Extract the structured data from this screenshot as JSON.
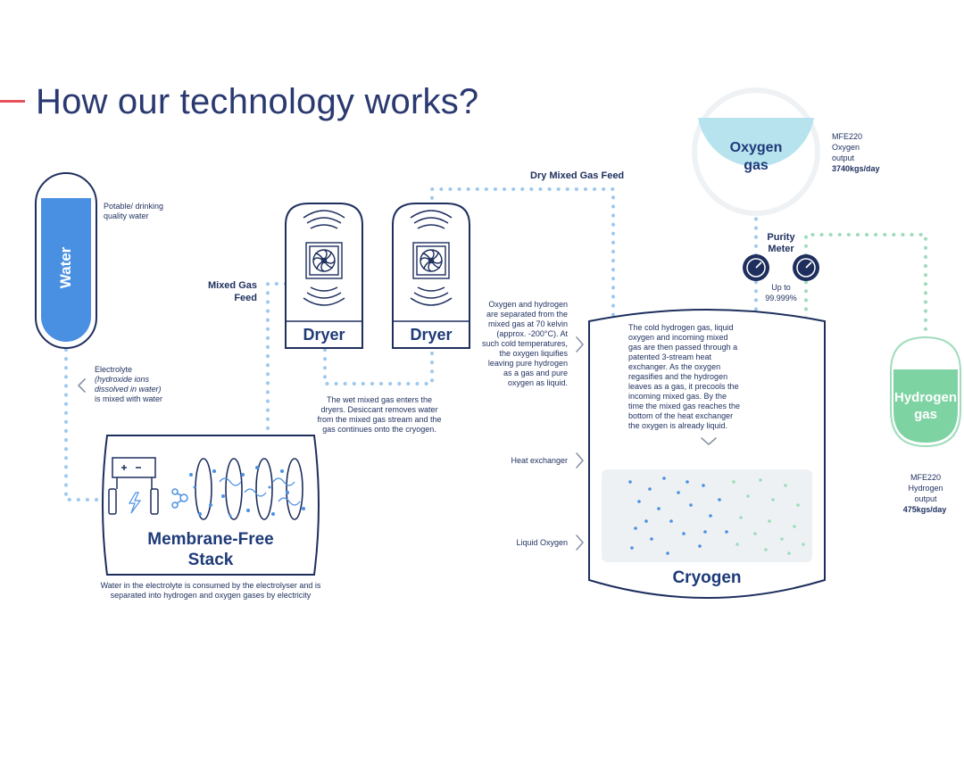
{
  "header": {
    "title": "How our technology works?"
  },
  "water": {
    "label": "Water",
    "note": "Potable/ drinking quality water",
    "electrolyte_line1": "Electrolyte",
    "electrolyte_line2": "(hydroxide ions dissolved in water)",
    "electrolyte_line3": "is mixed with water"
  },
  "stack": {
    "label_line1": "Membrane-Free",
    "label_line2": "Stack",
    "caption": "Water in the electrolyte is consumed by the electrolyser and is separated into hydrogen and oxygen gases by electricity"
  },
  "mixed_gas_feed": "Mixed Gas Feed",
  "dryers": {
    "label_1": "Dryer",
    "label_2": "Dryer",
    "caption": "The wet mixed gas enters the dryers. Desiccant removes water from the mixed gas stream and the gas continues onto the cryogen."
  },
  "dry_mixed_gas_feed": "Dry Mixed Gas Feed",
  "separation_note": "Oxygen and hydrogen are separated from the mixed gas at 70 kelvin (approx. -200°C). At such cold temperatures, the oxygen liquifies leaving pure hydrogen as a gas and pure oxygen as liquid.",
  "cryogen": {
    "label": "Cryogen",
    "note": "The cold hydrogen gas, liquid oxygen and incoming mixed gas are then passed through a patented 3-stream heat exchanger. As the oxygen regasifies and the hydrogen leaves as a gas, it precools the incoming mixed gas. By the time the mixed gas reaches the bottom of the heat exchanger the oxygen is already liquid.",
    "heat_exchanger": "Heat exchanger",
    "liquid_oxygen": "Liquid Oxygen"
  },
  "oxygen": {
    "label_line1": "Oxygen",
    "label_line2": "gas",
    "output_model": "MFE220",
    "output_line1": "Oxygen",
    "output_line2": "output",
    "output_value": "3740kgs/day"
  },
  "purity": {
    "label_line1": "Purity",
    "label_line2": "Meter",
    "value_line1": "Up to",
    "value_line2": "99.999%"
  },
  "hydrogen": {
    "label_line1": "Hydrogen",
    "label_line2": "gas",
    "output_model": "MFE220",
    "output_line1": "Hydrogen",
    "output_line2": "output",
    "output_value": "475kgs/day"
  },
  "colors": {
    "navy": "#1e2f5e",
    "water_blue": "#4a90e2",
    "oxygen_cyan": "#b7e3ee",
    "hydrogen_green": "#7ed3a3",
    "pipe_blue": "#9ec9ef",
    "pipe_green": "#9fdcbb",
    "accent_red": "#e8505b"
  },
  "icons": [
    "fan-icon",
    "gauge-icon",
    "battery-icon",
    "lightning-icon",
    "chevron-right-icon",
    "chevron-left-icon",
    "chevron-down-icon",
    "molecule-icon"
  ]
}
